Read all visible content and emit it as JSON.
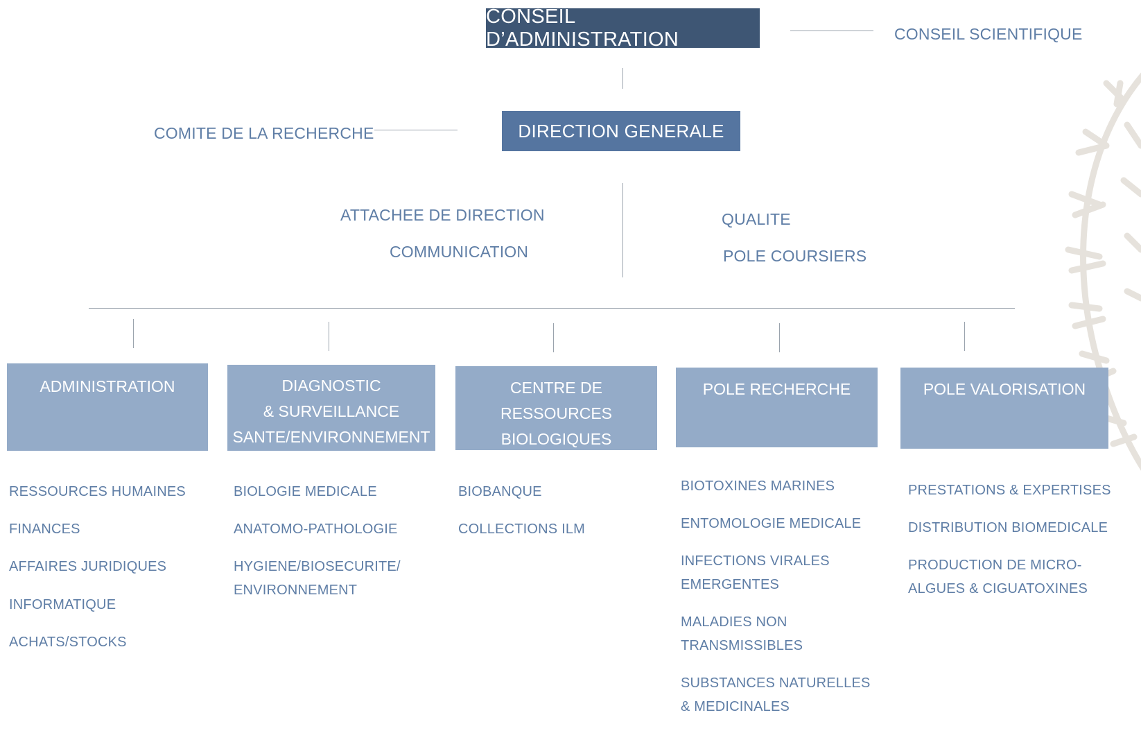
{
  "top": {
    "conseil_admin": "CONSEIL D’ADMINISTRATION",
    "conseil_scientifique": "CONSEIL SCIENTIFIQUE"
  },
  "direction": {
    "title": "DIRECTION GENERALE",
    "comite": "COMITE DE LA RECHERCHE",
    "left_staff": [
      "ATTACHEE DE DIRECTION",
      "COMMUNICATION"
    ],
    "right_staff": [
      "QUALITE",
      "POLE COURSIERS"
    ]
  },
  "departments": [
    {
      "title_lines": [
        "ADMINISTRATION"
      ],
      "items": [
        [
          "RESSOURCES HUMAINES"
        ],
        [
          "FINANCES"
        ],
        [
          "AFFAIRES JURIDIQUES"
        ],
        [
          "INFORMATIQUE"
        ],
        [
          "ACHATS/STOCKS"
        ]
      ]
    },
    {
      "title_lines": [
        "DIAGNOSTIC",
        "& SURVEILLANCE",
        "SANTE/ENVIRONNEMENT"
      ],
      "items": [
        [
          "BIOLOGIE MEDICALE"
        ],
        [
          "ANATOMO-PATHOLOGIE"
        ],
        [
          "HYGIENE/BIOSECURITE/",
          "ENVIRONNEMENT"
        ]
      ]
    },
    {
      "title_lines": [
        "CENTRE DE RESSOURCES",
        "BIOLOGIQUES"
      ],
      "items": [
        [
          "BIOBANQUE"
        ],
        [
          "COLLECTIONS ILM"
        ]
      ]
    },
    {
      "title_lines": [
        "POLE RECHERCHE"
      ],
      "items": [
        [
          "BIOTOXINES MARINES"
        ],
        [
          "ENTOMOLOGIE MEDICALE"
        ],
        [
          "INFECTIONS VIRALES",
          "EMERGENTES"
        ],
        [
          "MALADIES NON",
          "TRANSMISSIBLES"
        ],
        [
          "SUBSTANCES NATURELLES",
          "& MEDICINALES"
        ]
      ]
    },
    {
      "title_lines": [
        "POLE VALORISATION"
      ],
      "items": [
        [
          "PRESTATIONS & EXPERTISES"
        ],
        [
          "DISTRIBUTION BIOMEDICALE"
        ],
        [
          "PRODUCTION DE MICRO-",
          "ALGUES & CIGUATOXINES"
        ]
      ]
    }
  ],
  "colors": {
    "dark_box": "#3e5674",
    "mid_box": "#5575a0",
    "light_box": "#94abc8",
    "label_text": "#5f7ea6",
    "connector": "#9aa3ad"
  }
}
